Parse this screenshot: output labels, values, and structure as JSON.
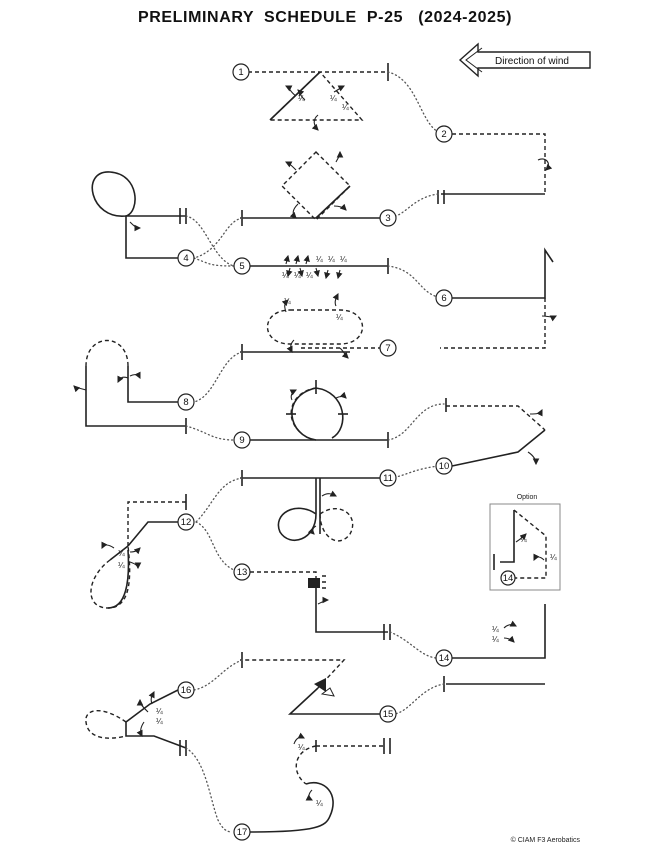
{
  "title": "PRELIMINARY  SCHEDULE  P-25   (2024-2025)",
  "wind_label": "Direction of wind",
  "option_label": "Option",
  "quarter_symbol": "¼",
  "copyright": "© CIAM F3 Aerobatics",
  "figure_numbers": [
    "1",
    "2",
    "3",
    "4",
    "5",
    "6",
    "7",
    "8",
    "9",
    "10",
    "11",
    "12",
    "13",
    "14",
    "15",
    "16",
    "17"
  ],
  "option_figure_number": "14"
}
